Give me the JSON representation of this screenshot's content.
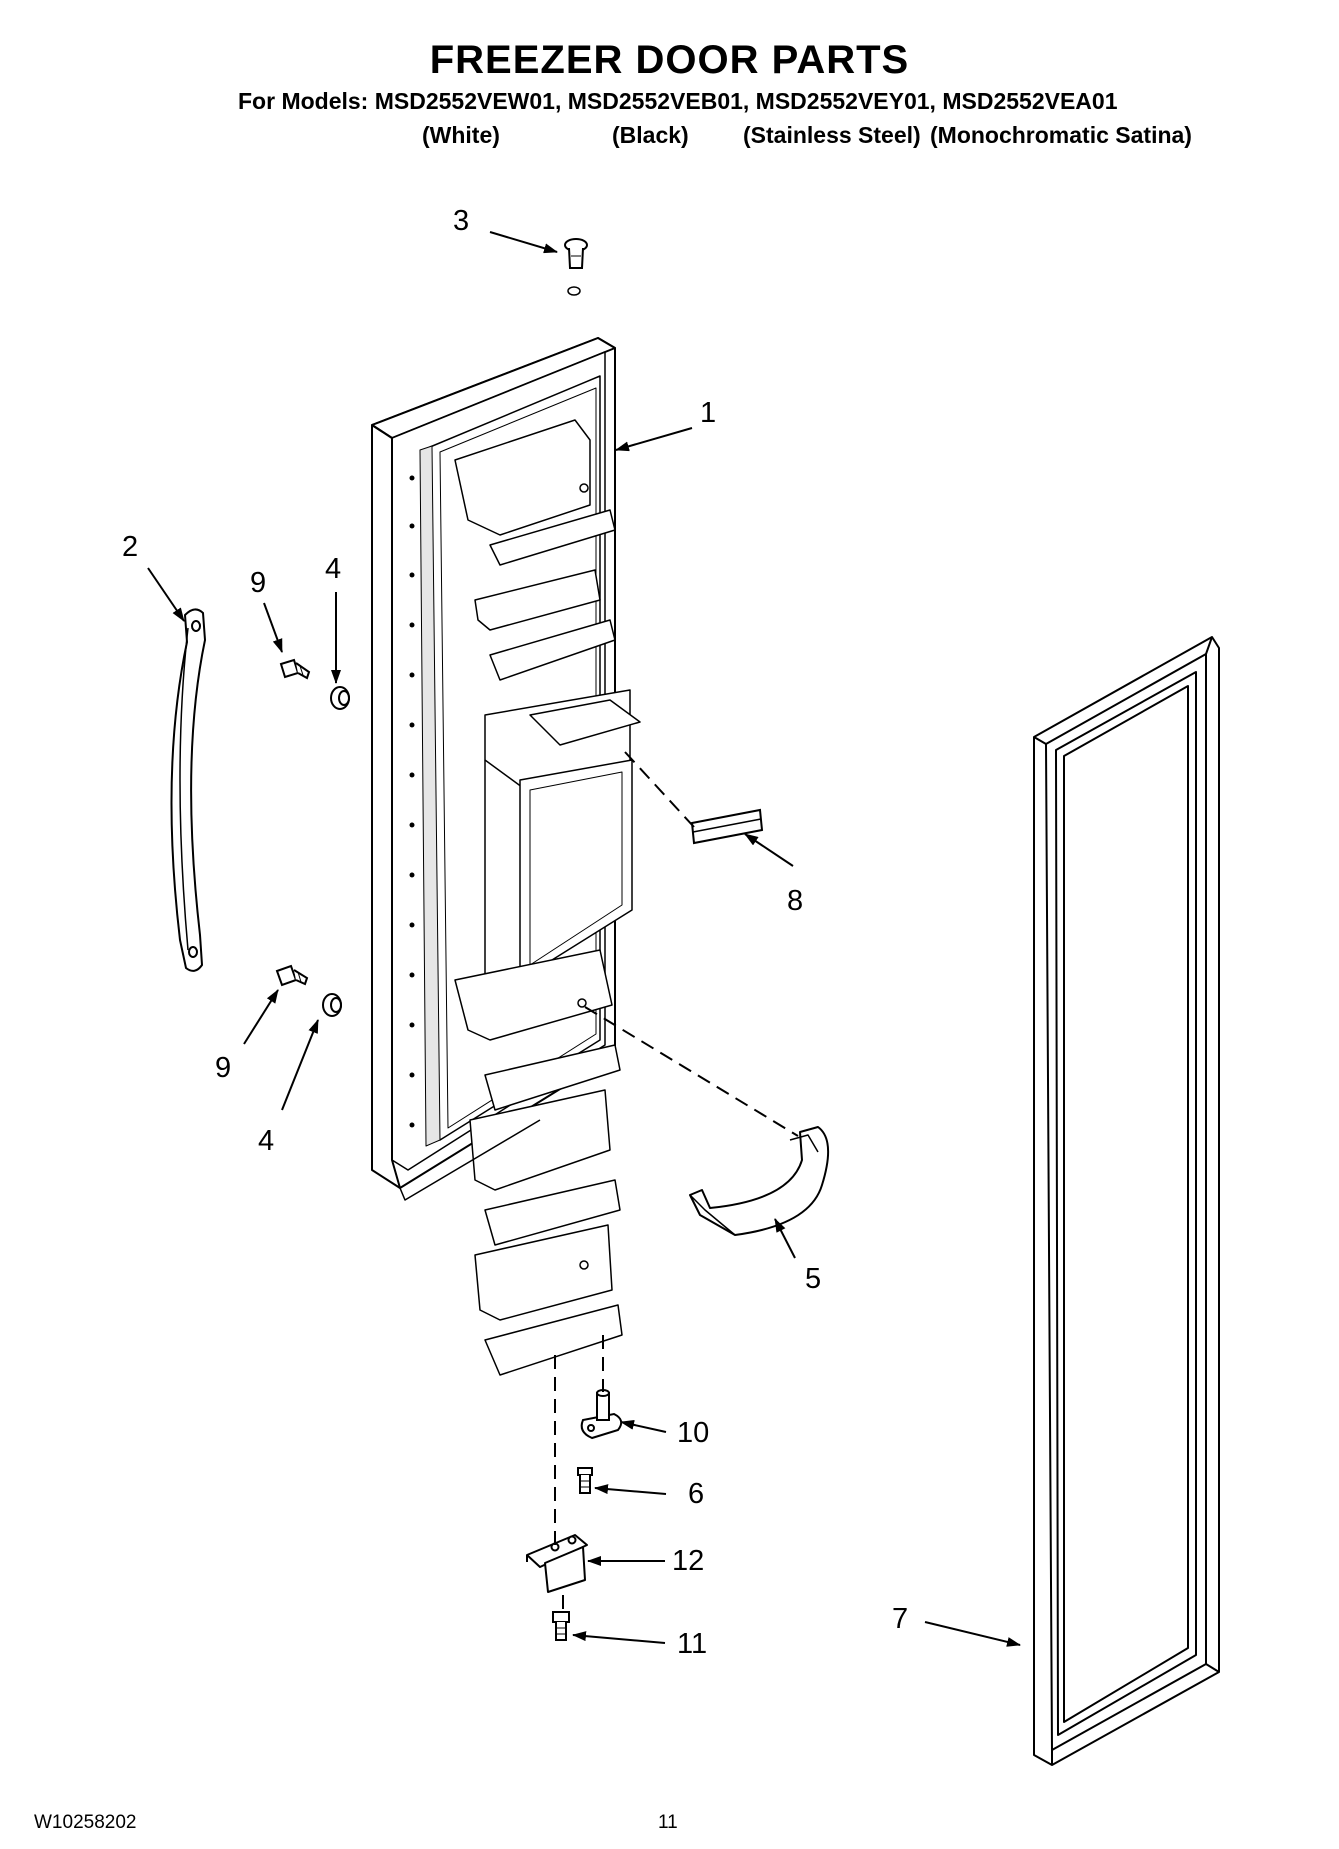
{
  "header": {
    "title": "FREEZER DOOR PARTS",
    "models_line": "For Models: MSD2552VEW01, MSD2552VEB01, MSD2552VEY01, MSD2552VEA01",
    "variants": [
      "(White)",
      "(Black)",
      "(Stainless Steel)",
      "(Monochromatic Satina)"
    ]
  },
  "callouts": {
    "c1": "1",
    "c2": "2",
    "c3": "3",
    "c4a": "4",
    "c4b": "4",
    "c5": "5",
    "c6": "6",
    "c7": "7",
    "c8": "8",
    "c9a": "9",
    "c9b": "9",
    "c10": "10",
    "c11": "11",
    "c12": "12"
  },
  "footer": {
    "doc_code": "W10258202",
    "page_number": "11"
  }
}
